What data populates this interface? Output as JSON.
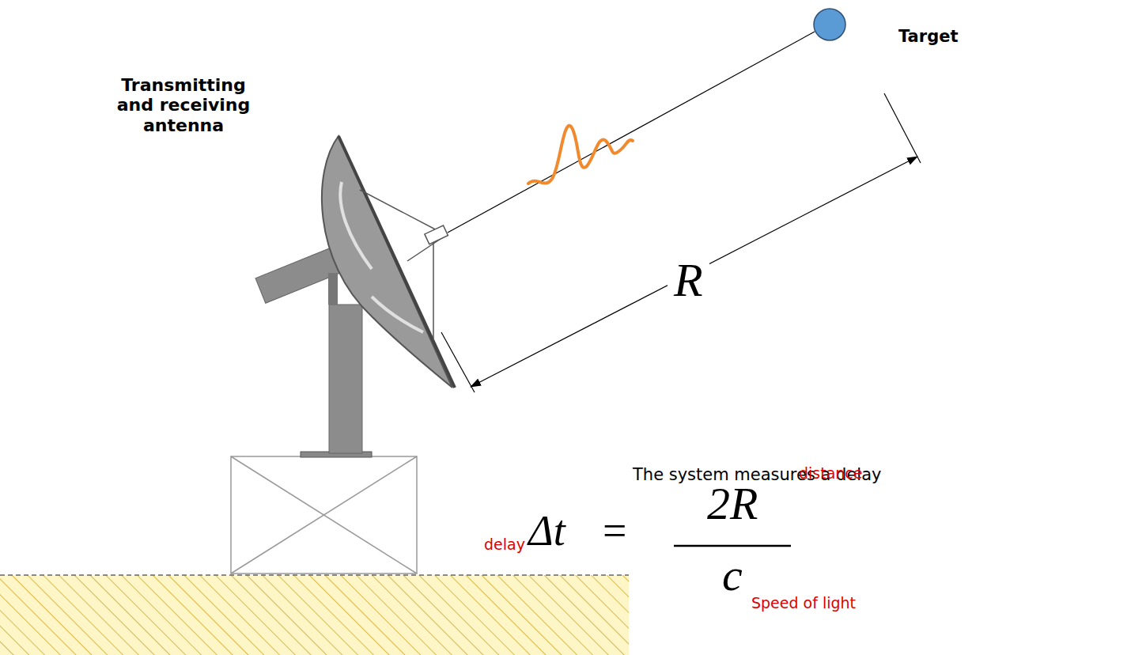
{
  "diagram": {
    "nodes": [
      {
        "text": [
          "Target"
        ]
      }
    ],
    "labels": [
      "Transmitting and receiving antenna",
      "R",
      "The system measures a delay",
      "delay",
      "Δt",
      "=",
      "2R",
      "c",
      "distance",
      "Speed of light"
    ]
  }
}
